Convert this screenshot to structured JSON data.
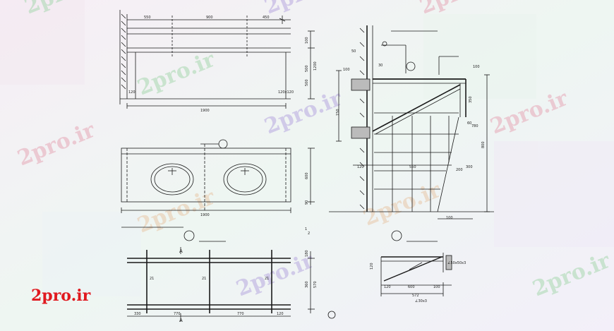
{
  "watermark": {
    "text": "2pro.ir",
    "colors": [
      "#e6a8b8",
      "#a8d8b0",
      "#b8a8e0",
      "#e8c8a8"
    ]
  },
  "brand": {
    "text": "2pro.ir",
    "color": "#e0191f"
  },
  "dims": {
    "plan_top": [
      "550",
      "900",
      "450",
      "1900"
    ],
    "plan_top_side": [
      "100",
      "500",
      "1200",
      "500"
    ],
    "plan_top_marks": [
      "120",
      "120x120"
    ],
    "basin_plan": [
      "1900",
      "600",
      "90"
    ],
    "section_a": [
      "330",
      "770",
      "770",
      "120",
      "180",
      "360",
      "570"
    ],
    "section_a_labels": [
      "A",
      "A",
      "1",
      "2"
    ],
    "section_a_marks": [
      "21",
      "21",
      "21"
    ],
    "section_right": [
      "50",
      "30",
      "100",
      "120",
      "100",
      "350",
      "800",
      "100",
      "150",
      "550",
      "200",
      "300",
      "60",
      "780"
    ],
    "detail_small": [
      "∠50x50x3",
      "120",
      "600",
      "100",
      "120",
      "∠30x3",
      "572"
    ]
  },
  "colors": {
    "line": "#1a1a1a",
    "tile": "#333333",
    "hatch": "#555555"
  }
}
